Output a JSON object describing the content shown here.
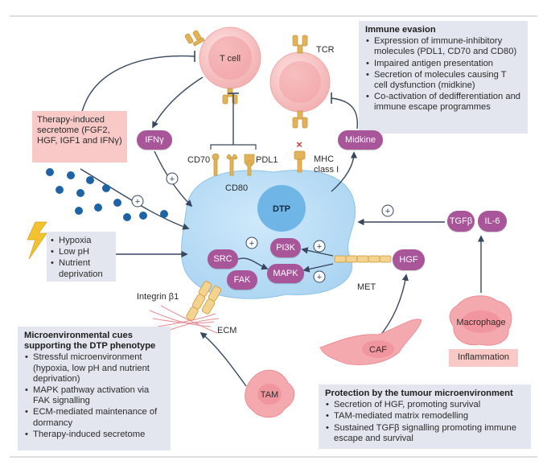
{
  "immune_evasion": {
    "title": "Immune evasion",
    "items": [
      "Expression of immune-inhibitory molecules (PDL1, CD70 and CD80)",
      "Impaired antigen presentation",
      "Secretion of molecules causing T cell dysfunction (midkine)",
      "Co-activation of dedifferentiation and immune escape programmes"
    ]
  },
  "secretome": {
    "text": "Therapy-induced secretome (FGF2, HGF, IGF1 and IFNγ)"
  },
  "stress": {
    "items": [
      "Hypoxia",
      "Low pH",
      "Nutrient deprivation"
    ]
  },
  "microenv": {
    "title": "Microenvironmental cues supporting the DTP phenotype",
    "items": [
      "Stressful microenvironment (hypoxia, low pH and nutrient deprivation)",
      "MAPK pathway activation via FAK signalling",
      "ECM-mediated maintenance of dormancy",
      "Therapy-induced secretome"
    ]
  },
  "protection": {
    "title": "Protection by the tumour microenvironment",
    "items": [
      "Secretion of HGF, promoting survival",
      "TAM-mediated matrix remodelling",
      "Sustained TGFβ signalling promoting immune escape and survival"
    ]
  },
  "labels": {
    "t_cell": "T cell",
    "tcr": "TCR",
    "dtp": "DTP",
    "ifng": "IFNγ",
    "midkine": "Midkine",
    "cd70": "CD70",
    "pdl1": "PDL1",
    "cd80": "CD80",
    "mhc": "MHC",
    "class1": "class I",
    "src": "SRC",
    "fak": "FAK",
    "pi3k": "PI3K",
    "mapk": "MAPK",
    "hgf": "HGF",
    "met": "MET",
    "tgfb": "TGFβ",
    "il6": "IL-6",
    "integrin": "Integrin β1",
    "ecm": "ECM",
    "caf": "CAF",
    "tam": "TAM",
    "macrophage": "Macrophage",
    "inflammation": "Inflammation",
    "plus": "+",
    "cross": "×"
  },
  "colors": {
    "dtp_cell": "#b9ddf5",
    "nucleus": "#6fb6e6",
    "pink_cell": "#f7c6c5",
    "pill": "#a8559a",
    "arrow": "#37475f",
    "dots": "#1e63a6",
    "receptor": "#e2b25a",
    "box_grey": "#e3e6ee",
    "box_pink": "#f8c9c7",
    "bolt": "#f2c230"
  }
}
